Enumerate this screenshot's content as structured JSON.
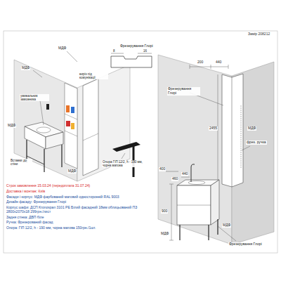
{
  "diagram": {
    "labels": [
      "Замір 208212",
      "Фрезерування Глорі",
      "8",
      "16",
      "МДФ",
      "МДФ",
      "виріз під комунікації",
      "умивальник замовника",
      "МДФ",
      "МДФ",
      "Вставки до стіни",
      "Опора ГІП 12/2, h - 190 мм, чорна матова",
      "Фрезерування Глорі",
      "200",
      "440",
      "2455",
      "МДФ",
      "фрез. ручка",
      "400",
      "440",
      "460",
      "900",
      "МДФ",
      "МДФ",
      "Фрезерування Глорі",
      "Строк замовлення 15.03.24 (передоплата 31.07.24)",
      "Доставка і монтаж: Київ",
      "Фасади і корпус: МДФ фарбований матовий односторонній RAL 9003",
      "Дизайн фасаду: Фрезерування Глорі",
      "Корпус шафи: ДСП Kronospan 3101 PE Білий фасадний 18мм облицьований ПЗ 2800х2070х18 299грн./лист",
      "Задня стінка: ДВП біле",
      "Ручка: Фрезерований фасад",
      "Опора: ГІП 12/2, h - 190 мм, чорна матова 150грн./1шт."
    ]
  }
}
